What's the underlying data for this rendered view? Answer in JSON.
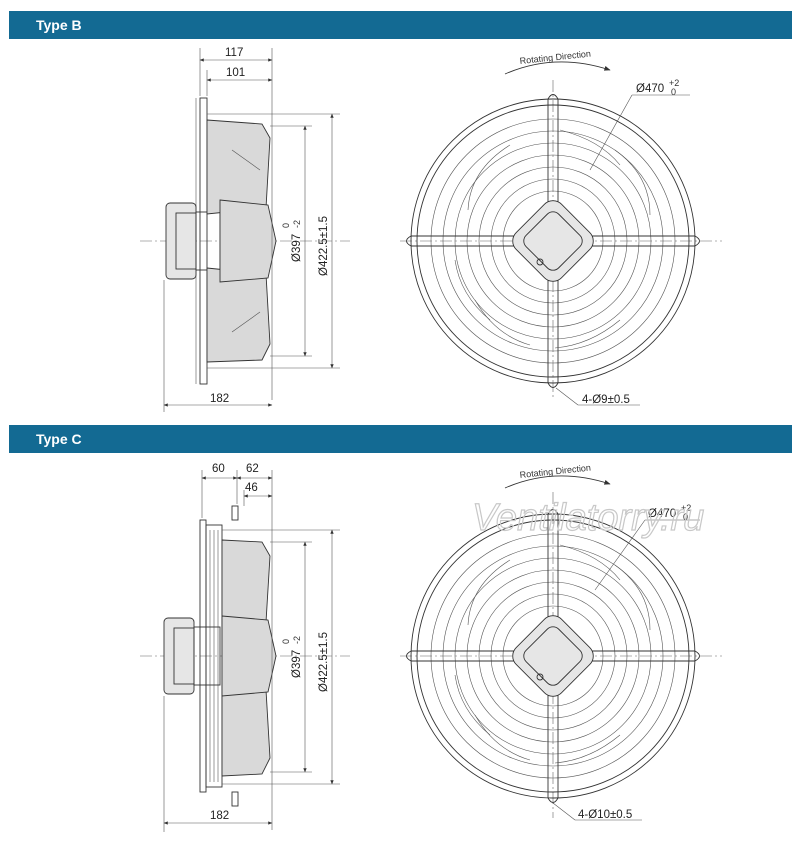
{
  "sections": [
    {
      "title": "Type B",
      "dims": {
        "w117": "117",
        "w101": "101",
        "d397": "Ø397",
        "d397_tol": "0",
        "d397_tol2": "-2",
        "d4225": "Ø422.5±1.5",
        "w182": "182",
        "d470": "Ø470",
        "d470_tol": "+2",
        "d470_tol2": "0",
        "holes": "4-Ø9±0.5"
      },
      "rotating_label": "Rotating Direction"
    },
    {
      "title": "Type C",
      "dims": {
        "w60": "60",
        "w62": "62",
        "w46": "46",
        "d397": "Ø397",
        "d397_tol": "0",
        "d397_tol2": "-2",
        "d4225": "Ø422.5±1.5",
        "w182": "182",
        "d470": "Ø470",
        "d470_tol": "+2",
        "d470_tol2": "0",
        "holes": "4-Ø10±0.5"
      },
      "rotating_label": "Rotating Direction"
    }
  ],
  "watermark": "Ventilatorry.ru"
}
